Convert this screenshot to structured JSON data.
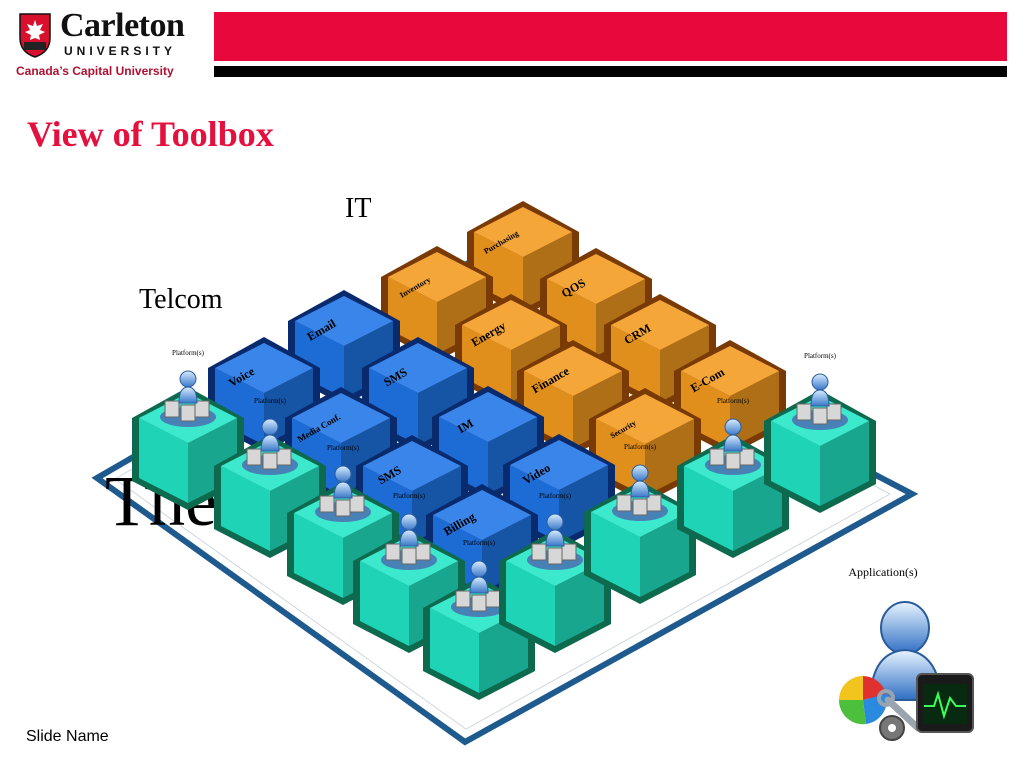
{
  "header": {
    "logo_name": "Carleton",
    "logo_university": "UNIVERSITY",
    "logo_tagline": "Canada’s Capital University",
    "colors": {
      "brand_red": "#e8083c",
      "title_red": "#e4103e"
    }
  },
  "slide": {
    "title": "View of Toolbox",
    "footer": "Slide Name"
  },
  "diagram": {
    "group_labels": {
      "it": "IT",
      "telcom": "Telcom",
      "partial": "The"
    },
    "it_blocks": [
      "Purchasing",
      "Inventory",
      "QOS",
      "Energy",
      "CRM",
      "Finance",
      "E-Com",
      "Security"
    ],
    "telcom_blocks": [
      "Email",
      "Voice",
      "SMS",
      "Media Conf.",
      "IM",
      "SMS",
      "Video",
      "Billing"
    ],
    "platform_label": "Platform(s)",
    "application_label": "Application(s)",
    "colors": {
      "it_block": "#f39a1e",
      "it_border": "#7a3a06",
      "telcom_block": "#1f74e6",
      "telcom_border": "#0a2a6e",
      "platform_block": "#22e6c6",
      "platform_border": "#0e6a4e",
      "base_frame": "#1f5a8f"
    }
  }
}
